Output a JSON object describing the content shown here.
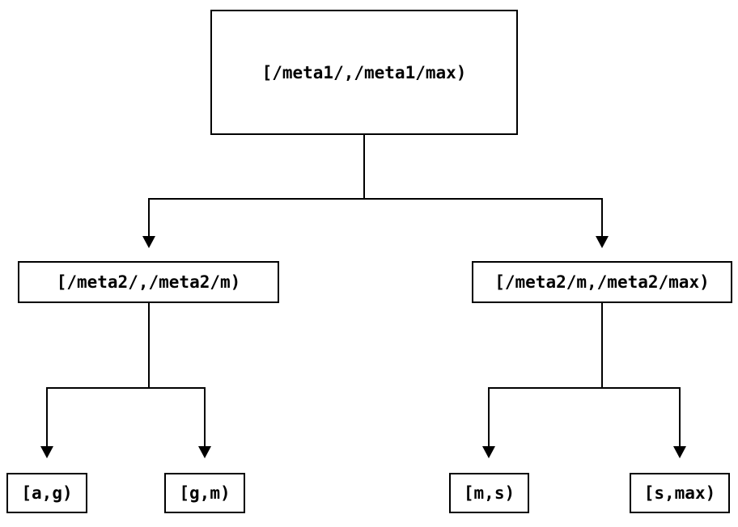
{
  "diagram": {
    "type": "tree",
    "background_color": "#ffffff",
    "line_color": "#000000",
    "text_color": "#000000",
    "nodes": {
      "root": {
        "label": "[/meta1/,/meta1/max)"
      },
      "left": {
        "label": "[/meta2/,/meta2/m)"
      },
      "right": {
        "label": "[/meta2/m,/meta2/max)"
      },
      "leaf_ag": {
        "label": "[a,g)"
      },
      "leaf_gm": {
        "label": "[g,m)"
      },
      "leaf_ms": {
        "label": "[m,s)"
      },
      "leaf_smax": {
        "label": "[s,max)"
      }
    },
    "edges": [
      {
        "from": "root",
        "to": "left",
        "arrow": "down"
      },
      {
        "from": "root",
        "to": "right",
        "arrow": "down"
      },
      {
        "from": "left",
        "to": "leaf_ag",
        "arrow": "down"
      },
      {
        "from": "left",
        "to": "leaf_gm",
        "arrow": "down"
      },
      {
        "from": "right",
        "to": "leaf_ms",
        "arrow": "down"
      },
      {
        "from": "right",
        "to": "leaf_smax",
        "arrow": "down"
      }
    ]
  }
}
